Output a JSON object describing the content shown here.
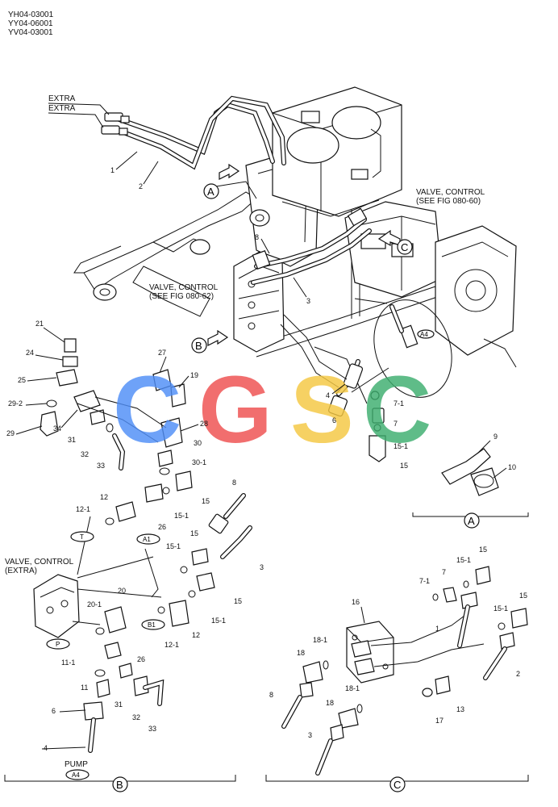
{
  "header": {
    "codes": [
      "YH04-03001",
      "YY04-06001",
      "YV04-03001"
    ]
  },
  "labels": {
    "extra_1": "EXTRA",
    "extra_2": "EXTRA",
    "valve_control_1": "VALVE, CONTROL",
    "see_fig_1": "(SEE FIG 080-60)",
    "valve_control_2": "VALVE, CONTROL",
    "see_fig_2": "(SEE FIG 080-62)",
    "valve_control_extra_1": "VALVE, CONTROL",
    "valve_control_extra_2": "(EXTRA)",
    "pump": "PUMP"
  },
  "view_markers": {
    "a": "A",
    "b": "B",
    "c": "C"
  },
  "port_tags": {
    "t": "T",
    "p": "P",
    "a1": "A1",
    "b1": "B1",
    "a4_top": "A4",
    "a4_pump": "A4"
  },
  "callouts": [
    "1",
    "2",
    "3",
    "4",
    "6",
    "7",
    "7-1",
    "8",
    "15",
    "15-1",
    "21",
    "24",
    "25",
    "29-2",
    "29",
    "34",
    "31",
    "32",
    "33",
    "27",
    "19",
    "28",
    "30",
    "30-1",
    "15",
    "15-1",
    "26",
    "9",
    "10",
    "12",
    "12-1",
    "8",
    "15",
    "3",
    "15-1",
    "15",
    "15-1",
    "20",
    "20-1",
    "12",
    "12-1",
    "26",
    "11-1",
    "11",
    "6",
    "31",
    "32",
    "33",
    "4",
    "16",
    "7-1",
    "7",
    "15-1",
    "15",
    "1",
    "15-1",
    "15",
    "2",
    "18-1",
    "18",
    "8",
    "18-1",
    "18",
    "17",
    "13",
    "3"
  ],
  "watermark": {
    "letters": [
      "C",
      "G",
      "S",
      "C"
    ],
    "colors": [
      "#4f8ef7",
      "#ef4f4f",
      "#f5c842",
      "#3dae6e"
    ]
  }
}
